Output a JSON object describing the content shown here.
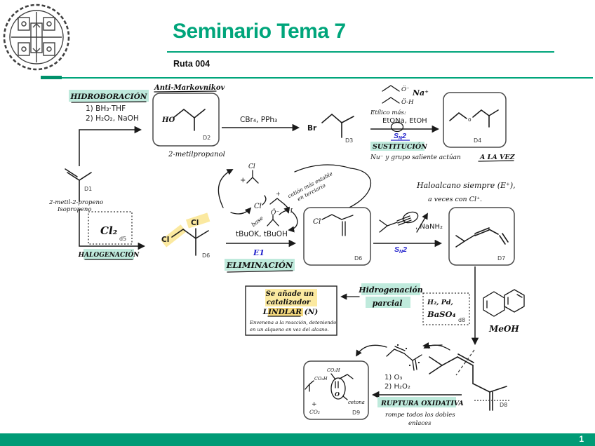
{
  "header": {
    "title": "Seminario Tema 7",
    "subtitle": "Ruta 004"
  },
  "footer": {
    "page": "1"
  },
  "colors": {
    "accent_green": "#00A57B",
    "footer_green": "#009B76",
    "mint_highlight": "#BFEADC",
    "yellow_highlight": "#FBE9A0",
    "ink_blue": "#2222CC",
    "ink": "#1a1a1a"
  },
  "scheme": {
    "hydroboration": {
      "highlight": "HIDROBORACIÓN",
      "r1": "1) BH₃·THF",
      "r2": "2) H₂O₂, NaOH"
    },
    "d1": {
      "label": "D1",
      "cap1": "2-metil-2-propeno",
      "cap2": "Isopropeno"
    },
    "d2": {
      "label": "D2",
      "note": "Anti-Markovnikov",
      "caption": "2-metilpropanol",
      "ho": "HO"
    },
    "bromination": {
      "reagents": "CBr₄, PPh₃"
    },
    "d3": {
      "label": "D3",
      "br": "Br"
    },
    "substitution": {
      "o_minus": "Ö⁻",
      "na": "Na⁺",
      "oh": "Ö-H",
      "hand": "Etílico más:",
      "reagents": "EtONa, EtOH",
      "s": "S",
      "n": "N",
      "two": "2",
      "highlight": "SUSTITUCIÓN",
      "note": "Nu⁻ y grupo saliente actúan",
      "note_u": "A LA VEZ"
    },
    "d4": {
      "label": "D4",
      "o": "o"
    },
    "halogenation": {
      "highlight": "HALOGENACIÓN",
      "cl2": "Cl₂",
      "d5": "d5"
    },
    "d6mol": {
      "label": "D6",
      "cl_a": "Cl",
      "cl_b": "Cl"
    },
    "elimination": {
      "reagents": "tBuOK, tBuOH",
      "e1": "E1",
      "highlight": "ELIMINACIÓN",
      "cl_top": "Cl",
      "plus_top": "+",
      "cl_mid": "Cl",
      "plus_mid": "+",
      "h": "H",
      "o_minus": "Ö⁻",
      "base": "base",
      "note1": "catión más estable",
      "note2": "en terciario"
    },
    "d6box": {
      "label": "D6",
      "cl": "Cl"
    },
    "alkynylation": {
      "reagents": ", NaNH₂",
      "s": "S",
      "n": "N",
      "two": "2"
    },
    "d7": {
      "label": "D7"
    },
    "halonote": {
      "l1": "Haloalcano siempre (E⁺),",
      "l2": "a veces con Cl⁺."
    },
    "hydrogenation": {
      "h1": "Hidrogenación",
      "h2": "parcial",
      "r1": "H₂, Pd,",
      "r2": "BaSO₄",
      "label": "d8",
      "meoh": "MeOH"
    },
    "lindlar": {
      "l1": "Se añade un",
      "l2": "catalizador",
      "l3": "LINDLAR (N)",
      "s1": "Envenena a la reacción, deteniendo",
      "s2": "en un alqueno en vez del alcano."
    },
    "d8": {
      "label": "D8"
    },
    "ozonolysis": {
      "r1": "1) O₃",
      "r2": "2) H₂O₂",
      "highlight": "RUPTURA OXIDATIVA",
      "n1": "rompe todos los dobles",
      "n2": "enlaces"
    },
    "d9": {
      "label": "D9",
      "acid1": "CO₂H",
      "acid2": "CO₂H",
      "o": "O",
      "cetona": "cetona",
      "plus": "+",
      "co2": "CO₂"
    }
  }
}
